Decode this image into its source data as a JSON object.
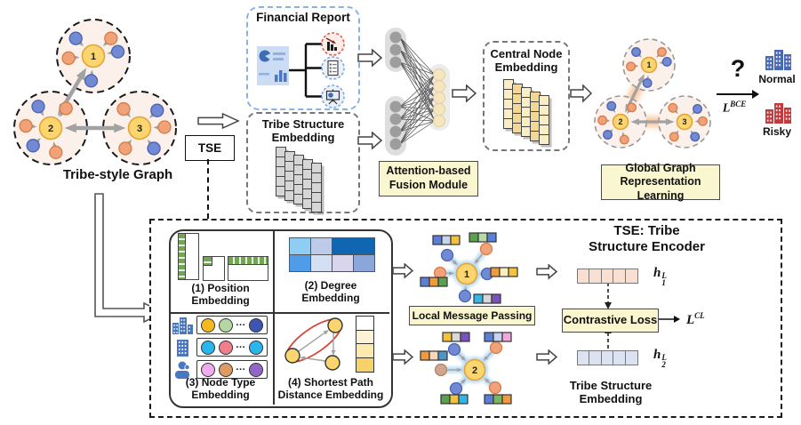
{
  "palette": {
    "node_blue": "#7289d4",
    "node_blue_stroke": "#4a63b0",
    "node_orange": "#f2a278",
    "node_orange_stroke": "#d67c48",
    "node_muted": "#cfa68f",
    "node_muted_stroke": "#b08468",
    "node_center_yellow": "#fbd56e",
    "node_center_stroke": "#e3a23a",
    "tribe_fill": "#fcf0ea",
    "edge_gray": "#a2a2a2",
    "glow_orange": "#f59a50",
    "glow_blue": "#b5d8f2",
    "label_box_bg": "#faf6d0",
    "normal_blue": "#4a69b4",
    "risky_red": "#c23a3e",
    "tile_gray": "#d6d6d6",
    "tile_yellow_a": "#faeec6",
    "tile_yellow_b": "#f1d894",
    "h1_cell": "#f9ded2",
    "h2_cell": "#dbe3f3",
    "nn_gray": "#9d9d9d",
    "nn_yellow": "#f5e6c0"
  },
  "top": {
    "tribe_graph": {
      "label": "Tribe-style  Graph",
      "tribe_ids": [
        "1",
        "2",
        "3"
      ],
      "tribe_node_colors": [
        [
          "blue",
          "orange",
          "orange",
          "blue",
          "blue"
        ],
        [
          "blue",
          "orange",
          "orange",
          "blue",
          "orange"
        ],
        [
          "orange",
          "blue",
          "orange",
          "blue",
          "orange"
        ]
      ]
    },
    "financial_report": {
      "title": "Financial Report",
      "icons": [
        "report-document",
        "bar-chart-decline",
        "checklist",
        "presentation"
      ]
    },
    "tse_box_label": "TSE",
    "tribe_structure_embedding_box": {
      "title_line1": "Tribe Structure",
      "title_line2": "Embedding"
    },
    "fusion_module_label": {
      "line1": "Attention-based",
      "line2": "Fusion Module"
    },
    "central_node_embedding_box": {
      "title_line1": "Central Node",
      "title_line2": "Embedding"
    },
    "global_graph_label": {
      "line1": "Global Graph",
      "line2": "Representation Learning"
    },
    "classification": {
      "question_mark": "?",
      "loss_base": "L",
      "loss_sup": "BCE",
      "normal_label": "Normal",
      "risky_label": "Risky"
    }
  },
  "bottom_panel": {
    "quadrant_labels": [
      {
        "line1": "(1)  Position",
        "line2": "Embedding"
      },
      {
        "line1": "(2) Degree",
        "line2": "Embedding"
      },
      {
        "line1": "(3)  Node Type",
        "line2": "Embedding"
      },
      {
        "line1": "(4) Shortest Path",
        "line2": "Distance Embedding"
      }
    ],
    "degree_grid_colors": [
      [
        "#8fcdf4",
        "#bdcae8",
        "#1166b2",
        "#1166b2"
      ],
      [
        "#4f9de9",
        "#d3dff3",
        "#d9d5ec",
        "#8ba6db"
      ]
    ],
    "node_type_rows": [
      {
        "icon": "buildings-group-icon",
        "circles": [
          "#f5b91f",
          "#b5d8a2",
          "#3d56b2"
        ]
      },
      {
        "icon": "building-icon",
        "circles": [
          "#2ab6ec",
          "#f27e8c",
          "#2ab6ec"
        ]
      },
      {
        "icon": "person-icon",
        "circles": [
          "#f0aaee",
          "#dd9a62",
          "#9066c8"
        ]
      }
    ],
    "ellipsis": "···",
    "spd_column_colors": [
      "#ffffff",
      "#fdf2d6",
      "#fce9ad",
      "#f7d269"
    ],
    "local_message_passing_label": "Local Message Passing",
    "star1": {
      "id": "1",
      "node_colors": [
        "blue",
        "orange",
        "orange",
        "blue",
        "blue"
      ],
      "strips": [
        [
          "#5b7fd4",
          "#c5d5ee",
          "#f2c13d"
        ],
        [
          "#5aa04e",
          "#b9d9a6",
          "#5b7fd4"
        ],
        [
          "#f09a3e",
          "#fdeec0",
          "#f5c33e"
        ],
        [
          "#5b7fd4",
          "#f09a3e",
          "#5aa04e"
        ],
        [
          "#35b5e5",
          "#d8d8d8",
          "#7b52b8"
        ]
      ]
    },
    "star2": {
      "id": "2",
      "node_colors": [
        "blue",
        "orange",
        "muted",
        "blue",
        "orange"
      ],
      "strips": [
        [
          "#f2c13d",
          "#d8d8d8",
          "#7b52b8"
        ],
        [
          "#5b7fd4",
          "#c5d5ee",
          "#f2a8dc"
        ],
        [
          "#f09a3e",
          "#f8d7bd",
          "#4a96c8"
        ],
        [
          "#5aa04e",
          "#f2c13d",
          "#35b5e5"
        ],
        [
          "#5b7fd4",
          "#7cb55f",
          "#f09a3e"
        ]
      ]
    },
    "encoder_title": {
      "line1": "TSE: Tribe",
      "line2": "Structure Encoder"
    },
    "h1_label": {
      "base": "h",
      "sub": "1",
      "sup": "L"
    },
    "h2_label": {
      "base": "h",
      "sub": "2",
      "sup": "L"
    },
    "contrastive_loss_label": "Contrastive Loss",
    "cl_loss": {
      "base": "L",
      "sup": "CL"
    },
    "tribe_structure_embedding_label": {
      "line1": "Tribe Structure",
      "line2": "Embedding"
    }
  }
}
